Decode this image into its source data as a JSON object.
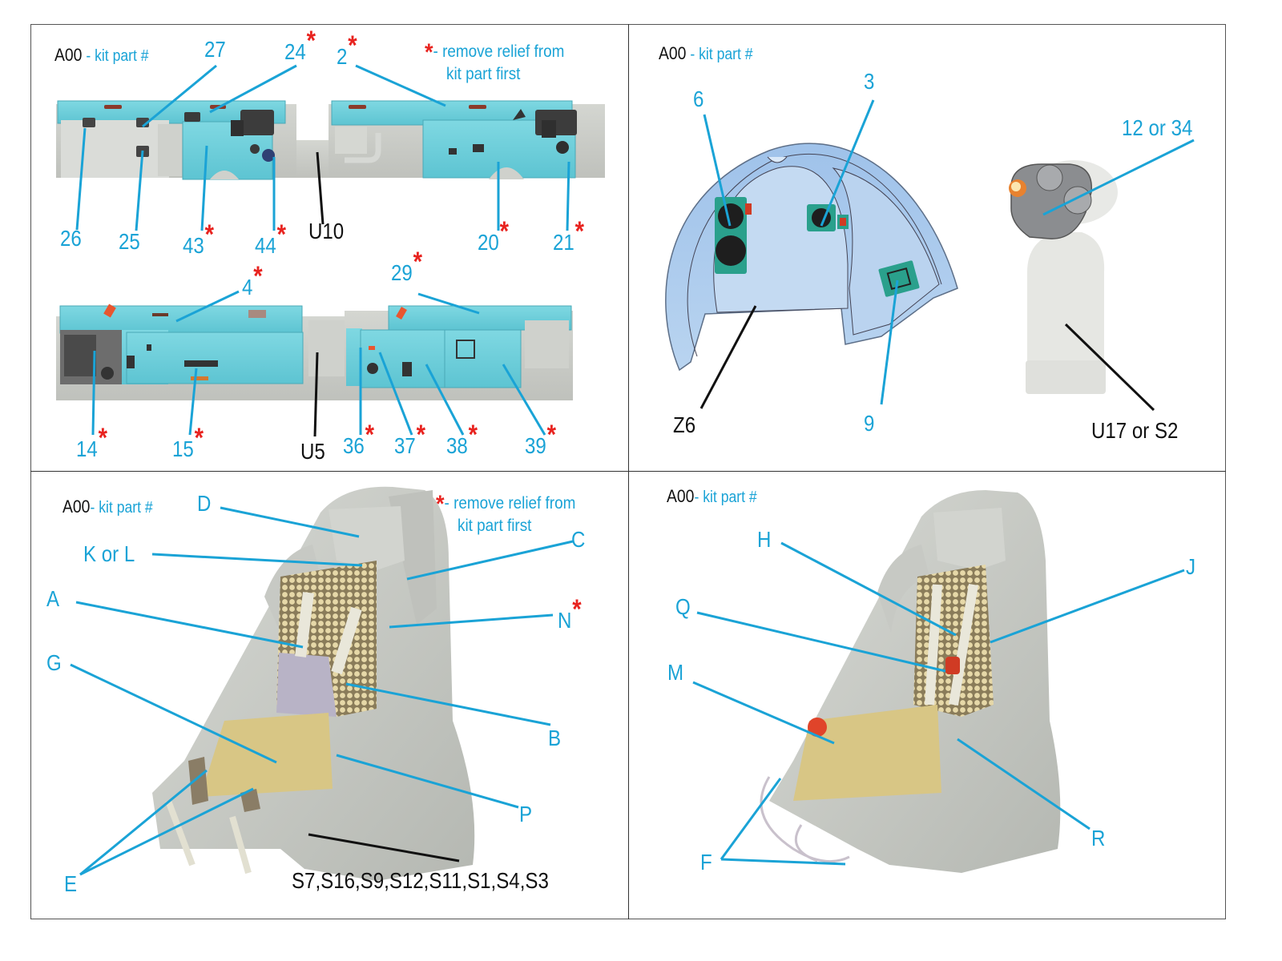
{
  "colors": {
    "label_blue": "#1aa3d6",
    "label_black": "#111111",
    "asterisk_red": "#e8231f",
    "panel_cyan": "#6fd0dc",
    "resin_grey": "#c9cbc6",
    "canopy_blue": "#a9c9ea",
    "cushion_tan": "#d8c99a"
  },
  "legend": {
    "code": "A00",
    "separator": " - ",
    "kit_text": "kit part #",
    "asterisk": "*",
    "note_line1": "- remove relief from",
    "note_line2": "kit part first"
  },
  "panels": [
    {
      "id": "top-left",
      "title": "Side consoles",
      "header_code": "A00",
      "header_kit": " - kit part #",
      "has_note": true,
      "labels": [
        {
          "text": "27",
          "relief": false
        },
        {
          "text": "24",
          "relief": true
        },
        {
          "text": "2",
          "relief": true
        },
        {
          "text": "26",
          "relief": false
        },
        {
          "text": "25",
          "relief": false
        },
        {
          "text": "43",
          "relief": true
        },
        {
          "text": "44",
          "relief": true
        },
        {
          "text": "U10",
          "relief": false,
          "kit": true
        },
        {
          "text": "20",
          "relief": true
        },
        {
          "text": "21",
          "relief": true
        },
        {
          "text": "4",
          "relief": true
        },
        {
          "text": "29",
          "relief": true
        },
        {
          "text": "14",
          "relief": true
        },
        {
          "text": "15",
          "relief": true
        },
        {
          "text": "U5",
          "relief": false,
          "kit": true
        },
        {
          "text": "36",
          "relief": true
        },
        {
          "text": "37",
          "relief": true
        },
        {
          "text": "38",
          "relief": true
        },
        {
          "text": "39",
          "relief": true
        }
      ]
    },
    {
      "id": "top-right",
      "title": "Canopy frame and control stick",
      "header_code": "A00",
      "header_kit": " - kit part #",
      "has_note": false,
      "labels": [
        {
          "text": "6",
          "relief": false
        },
        {
          "text": "3",
          "relief": false
        },
        {
          "text": "12 or 34",
          "relief": false
        },
        {
          "text": "Z6",
          "relief": false,
          "kit": true
        },
        {
          "text": "9",
          "relief": false
        },
        {
          "text": "U17 or S2",
          "relief": false,
          "kit": true
        }
      ]
    },
    {
      "id": "bottom-left",
      "title": "Ejection seat (front)",
      "header_code": "A00",
      "header_kit": "- kit part #",
      "has_note": true,
      "labels": [
        {
          "text": "D",
          "relief": false
        },
        {
          "text": "K or L",
          "relief": false
        },
        {
          "text": "C",
          "relief": false
        },
        {
          "text": "A",
          "relief": false
        },
        {
          "text": "N",
          "relief": true
        },
        {
          "text": "G",
          "relief": false
        },
        {
          "text": "B",
          "relief": false
        },
        {
          "text": "P",
          "relief": false
        },
        {
          "text": "E",
          "relief": false
        },
        {
          "text": "S7,S16,S9,S12,S11,S1,S4,S3",
          "relief": false,
          "kit": true
        }
      ]
    },
    {
      "id": "bottom-right",
      "title": "Ejection seat (harness)",
      "header_code": "A00",
      "header_kit": "- kit part #",
      "has_note": false,
      "labels": [
        {
          "text": "H",
          "relief": false
        },
        {
          "text": "J",
          "relief": false
        },
        {
          "text": "Q",
          "relief": false
        },
        {
          "text": "M",
          "relief": false
        },
        {
          "text": "R",
          "relief": false
        },
        {
          "text": "F",
          "relief": false
        }
      ]
    }
  ]
}
